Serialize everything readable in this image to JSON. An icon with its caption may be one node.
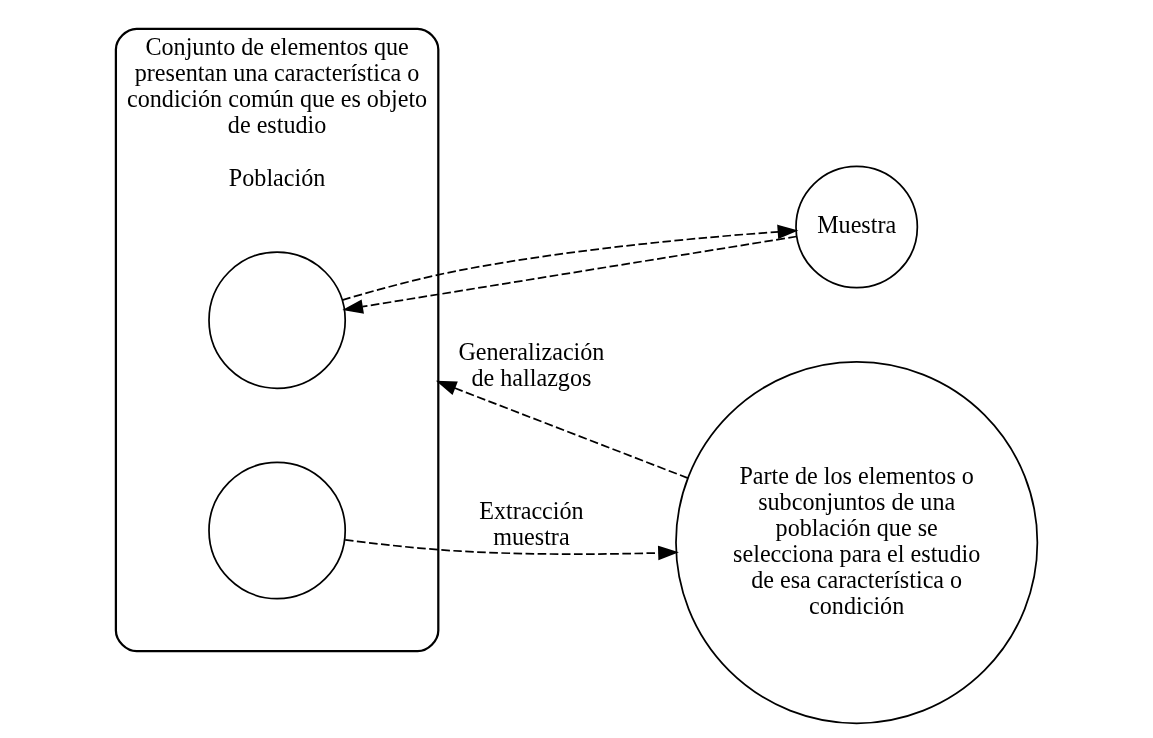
{
  "diagram": {
    "nodes": [
      {
        "text": [
          "Conjunto de elementos que presentan una característica o condición común que es objeto de estudio",
          "Población"
        ]
      },
      {
        "text": [],
        "shape": "circle",
        "in": 0
      },
      {
        "text": [],
        "shape": "circle",
        "in": 0
      },
      {
        "text": [
          "Muestra"
        ]
      },
      {
        "text": [
          "Parte de los elementos o subconjuntos de una población que se selecciona para el estudio de esa característica o condición"
        ]
      }
    ],
    "edges": [
      {
        "from": 1,
        "to": 3,
        "arrow": "to",
        "style": "dashed"
      },
      {
        "from": 3,
        "to": 1,
        "arrow": "to",
        "style": "dashed"
      },
      {
        "from": 2,
        "to": 4,
        "arrow": "to",
        "style": "dashed",
        "label": "Extracción muestra"
      },
      {
        "from": 4,
        "to": 0,
        "arrow": "to",
        "style": "dashed",
        "label": "Generalización de hallazgos"
      }
    ]
  }
}
